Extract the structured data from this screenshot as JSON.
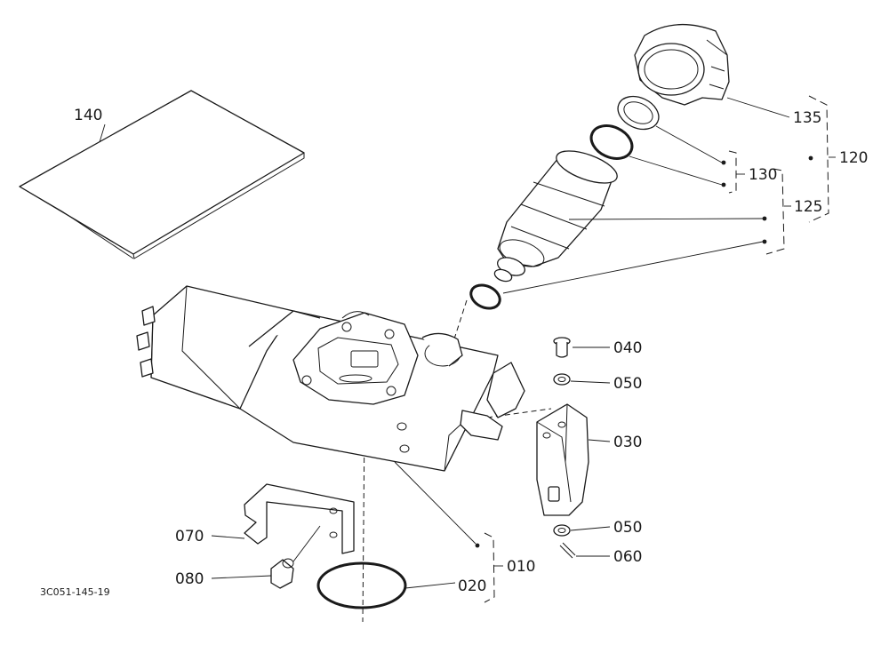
{
  "labels": {
    "p140": "140",
    "p135": "135",
    "p130": "130",
    "p125": "125",
    "p120": "120",
    "p040": "040",
    "p050a": "050",
    "p030": "030",
    "p050b": "050",
    "p060": "060",
    "p070": "070",
    "p080": "080",
    "p020": "020",
    "p010": "010"
  },
  "figure_ref": "3C051-145-19"
}
